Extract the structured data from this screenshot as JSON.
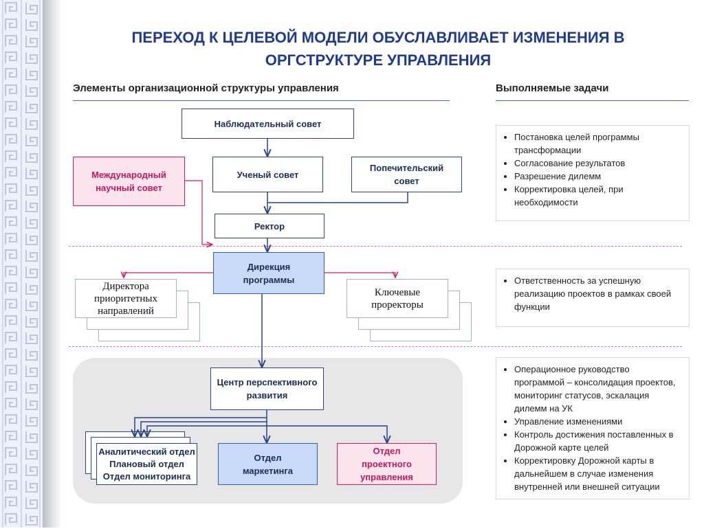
{
  "title": "ПЕРЕХОД К ЦЕЛЕВОЙ МОДЕЛИ ОБУСЛАВЛИВАЕТ ИЗМЕНЕНИЯ В ОРГСТРУКТУРЕ УПРАВЛЕНИЯ",
  "left_header": "Элементы организационной структуры управления",
  "right_header": "Выполняемые задачи",
  "org": {
    "supervisory": "Наблюдательный совет",
    "intl_council": "Международный научный совет",
    "academic": "Ученый совет",
    "trustees": "Попечительский совет",
    "rector": "Ректор",
    "directorate": "Дирекция программы",
    "priority_directors": "Директора приоритетных направлений",
    "vice_rectors": "Ключевые проректоры",
    "center": "Центр перспективного развития",
    "analytics_line1": "Аналитический отдел",
    "analytics_line2": "Плановый отдел",
    "analytics_line3": "Отдел мониторинга",
    "marketing": "Отдел маркетинга",
    "project_office": "Отдел проектного управления"
  },
  "tasks": [
    [
      "Постановка целей программы трансформации",
      "Согласование результатов",
      "Разрешение дилемм",
      "Корректировка целей, при необходимости"
    ],
    [
      "Ответственность за успешную реализацию проектов в рамках своей функции"
    ],
    [
      "Операционное руководство программой – консолидация проектов, мониторинг статусов, эскалация дилемм на УК",
      "Управление изменениями",
      "Контроль достижения поставленных в Дорожной карте целей",
      "Корректировку Дорожной карты в дальнейшем в случае изменения внутренней или внешней ситуации"
    ]
  ],
  "colors": {
    "title": "#1f3a93",
    "accent_pink": "#d81b60",
    "box_blue_fill": "#c8daf8",
    "line_navy": "#27448a",
    "dashed": "#e8748c"
  }
}
